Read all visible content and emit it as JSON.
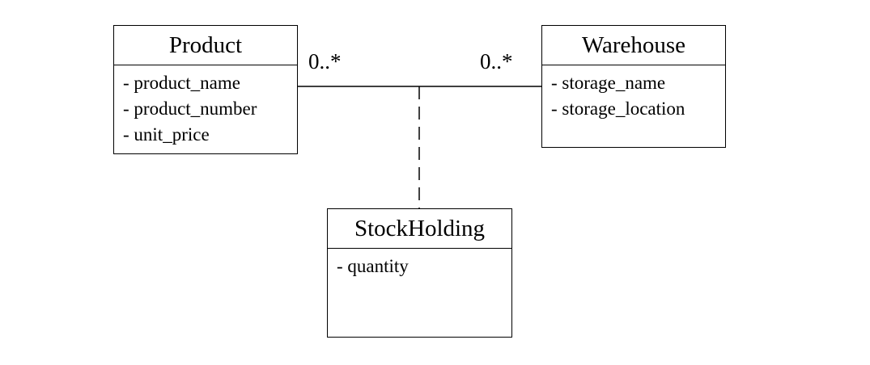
{
  "classes": {
    "product": {
      "name": "Product",
      "attributes": [
        "- product_name",
        "- product_number",
        "- unit_price"
      ]
    },
    "warehouse": {
      "name": "Warehouse",
      "attributes": [
        "- storage_name",
        "- storage_location"
      ]
    },
    "stock_holding": {
      "name": "StockHolding",
      "attributes": [
        "- quantity"
      ]
    }
  },
  "association": {
    "product_multiplicity": "0..*",
    "warehouse_multiplicity": "0..*"
  }
}
